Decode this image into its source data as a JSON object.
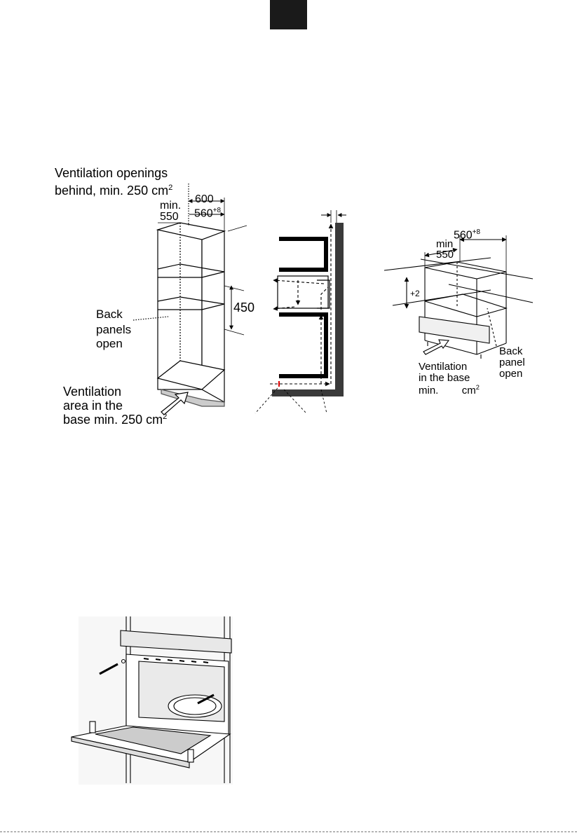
{
  "page": {
    "background": "#ffffff",
    "tab_color": "#1a1a1a"
  },
  "left_diagram": {
    "vent_openings_line1": "Ventilation openings",
    "vent_openings_line2": "behind, min. 250 cm",
    "vent_openings_sup": "2",
    "dim_600": "600",
    "dim_560": "560",
    "dim_560_sup": "+8",
    "dim_min": "min.",
    "dim_550": "550",
    "dim_450": "450",
    "back_panels": [
      "Back",
      "panels",
      "open"
    ],
    "vent_area": [
      "Ventilation",
      "area in the"
    ],
    "vent_area_base": "base",
    "vent_area_min": "min. 250 cm",
    "vent_area_sup": "2"
  },
  "right_diagram": {
    "dim_min": "min",
    "dim_550": "550",
    "dim_560": "560",
    "dim_560_sup": "+8",
    "dim_plus2": "+2",
    "back_panel": [
      "Back",
      "panel",
      "open"
    ],
    "vent_base": [
      "Ventilation",
      "in the base"
    ],
    "vent_base_min": "min.",
    "vent_base_unit": "cm",
    "vent_base_sup": "2"
  }
}
